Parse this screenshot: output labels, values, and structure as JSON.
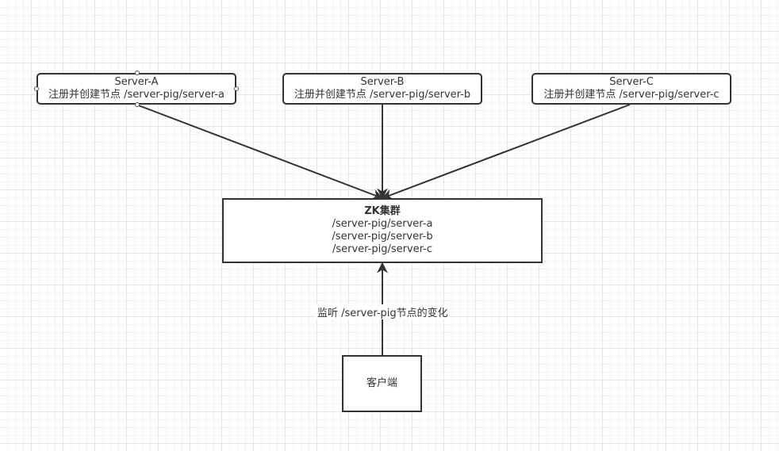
{
  "nodes": {
    "server_a": {
      "title": "Server-A",
      "subtitle": "注册并创建节点 /server-pig/server-a"
    },
    "server_b": {
      "title": "Server-B",
      "subtitle": "注册并创建节点 /server-pig/server-b"
    },
    "server_c": {
      "title": "Server-C",
      "subtitle": "注册并创建节点 /server-pig/server-c"
    },
    "zk_cluster": {
      "title": "ZK集群",
      "lines": [
        "/server-pig/server-a",
        "/server-pig/server-b",
        "/server-pig/server-c"
      ]
    },
    "client": {
      "title": "客户端"
    }
  },
  "edges": {
    "client_to_zk_label": "监听 /server-pig节点的变化"
  },
  "colors": {
    "stroke": "#333333",
    "grid": "#e6e6e6",
    "background": "#ffffff"
  }
}
